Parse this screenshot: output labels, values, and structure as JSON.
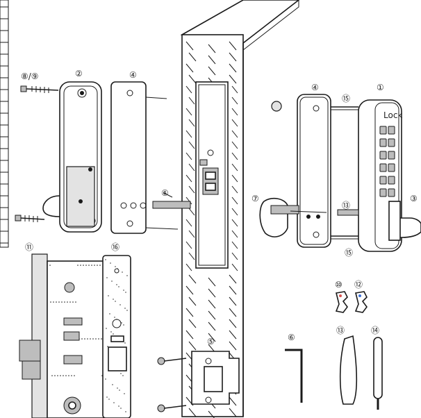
{
  "diagram": {
    "part_labels": [
      {
        "id": "p1",
        "text": "①"
      },
      {
        "id": "p2",
        "text": "②"
      },
      {
        "id": "p3",
        "text": "③"
      },
      {
        "id": "p4a",
        "text": "④"
      },
      {
        "id": "p4b",
        "text": "④"
      },
      {
        "id": "p5",
        "text": "⑤"
      },
      {
        "id": "p6a",
        "text": "⑥"
      },
      {
        "id": "p6b",
        "text": "⑥"
      },
      {
        "id": "p7",
        "text": "⑦"
      },
      {
        "id": "p89",
        "text": "⑧/⑨"
      },
      {
        "id": "p10",
        "text": "⑩"
      },
      {
        "id": "p11",
        "text": "⑪"
      },
      {
        "id": "p12",
        "text": "⑫"
      },
      {
        "id": "p13a",
        "text": "⑬"
      },
      {
        "id": "p13b",
        "text": "⑬"
      },
      {
        "id": "p14",
        "text": "⑭"
      },
      {
        "id": "p15a",
        "text": "⑮"
      },
      {
        "id": "p15b",
        "text": "⑮"
      },
      {
        "id": "p16",
        "text": "⑯"
      }
    ],
    "colors": {
      "ink": "#1a1a1a",
      "key_tag_red": "#d9534f",
      "key_tag_blue": "#3b6fd6"
    }
  }
}
